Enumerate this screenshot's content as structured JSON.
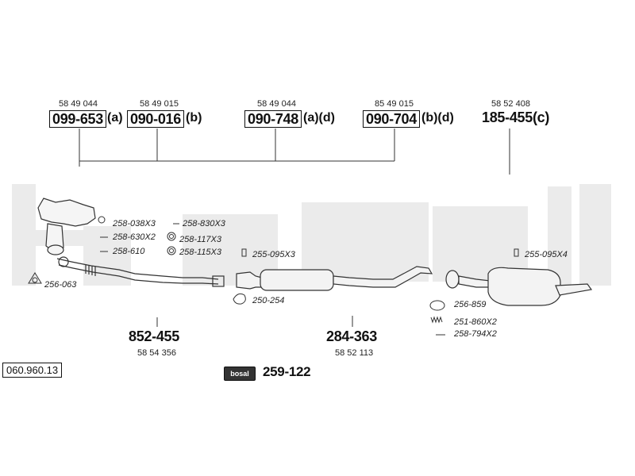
{
  "header_parts": [
    {
      "ref": "58 49 044",
      "number": "099-653",
      "suffix": "(a)"
    },
    {
      "ref": "58 49 015",
      "number": "090-016",
      "suffix": "(b)"
    },
    {
      "ref": "58 49 044",
      "number": "090-748",
      "suffix": "(a)(d)"
    },
    {
      "ref": "85 49 015",
      "number": "090-704",
      "suffix": "(b)(d)"
    },
    {
      "ref": "58 52 408",
      "number": "185-455(c)",
      "suffix": ""
    }
  ],
  "watermark": "bosal",
  "accessories": {
    "a1": "258-038X3",
    "a2": "258-830X3",
    "a3": "258-630X2",
    "a4": "258-117X3",
    "a5": "258-610",
    "a6": "258-115X3",
    "a7": "256-063",
    "a8": "255-095X3",
    "a9": "250-254",
    "a10": "255-095X4",
    "a11": "256-859",
    "a12": "251-860X2",
    "a13": "258-794X2"
  },
  "main_parts": [
    {
      "number": "852-455",
      "ref": "58 54 356"
    },
    {
      "number": "284-363",
      "ref": "58 52 113"
    }
  ],
  "diagram_number": "060.960.13",
  "kit": {
    "logo": "bosal",
    "number": "259-122"
  }
}
